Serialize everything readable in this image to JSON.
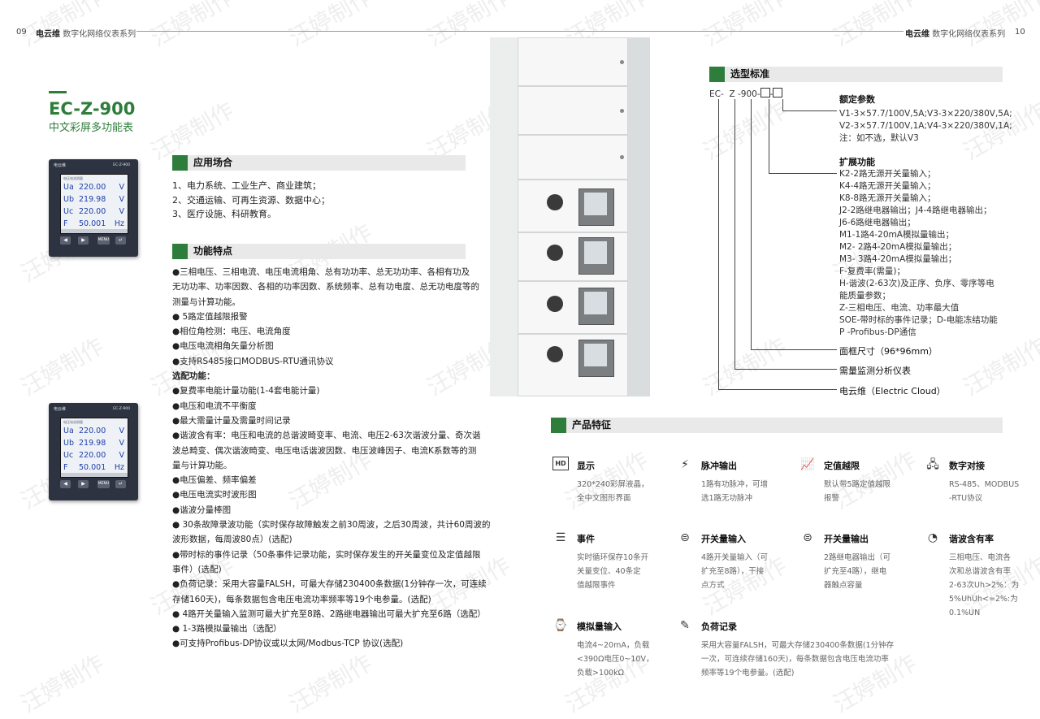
{
  "header": {
    "left_page": "09",
    "right_page": "10",
    "brand": "电云维",
    "series": "数字化网络仪表系列"
  },
  "product": {
    "model": "EC-Z-900",
    "subtitle": "中文彩屏多功能表",
    "meter": {
      "logo": "电云维",
      "model_label": "EC-Z-900",
      "screen_head": "电压电流测量",
      "rows": [
        {
          "k": "Ua",
          "v": "220.00",
          "u": "V"
        },
        {
          "k": "Ub",
          "v": "219.98",
          "u": "V"
        },
        {
          "k": "Uc",
          "v": "220.00",
          "u": "V"
        },
        {
          "k": "F",
          "v": "50.001",
          "u": "Hz"
        }
      ],
      "buttons": [
        "◀",
        "▶",
        "MENU",
        "↵"
      ]
    }
  },
  "applications": {
    "title": "应用场合",
    "items": [
      "1、电力系统、工业生产、商业建筑；",
      "2、交通运输、可再生资源、数据中心；",
      "3、医疗设施、科研教育。"
    ]
  },
  "features": {
    "title": "功能特点",
    "lines": [
      {
        "t": "●三相电压、三相电流、电压电流相角、总有功功率、总无功功率、各相有功及",
        "b": false
      },
      {
        "t": "无功功率、功率因数、各相的功率因数、系统频率、总有功电度、总无功电度等的",
        "b": false
      },
      {
        "t": "测量与计算功能。",
        "b": false
      },
      {
        "t": "● 5路定值越限报警",
        "b": false
      },
      {
        "t": "●相位角检测：电压、电流角度",
        "b": false
      },
      {
        "t": "●电压电流相角矢量分析图",
        "b": false
      },
      {
        "t": "●支持RS485接口MODBUS-RTU通讯协议",
        "b": false
      },
      {
        "t": "选配功能：",
        "b": true
      },
      {
        "t": "●复费率电能计量功能(1-4套电能计量)",
        "b": false
      },
      {
        "t": "●电压和电流不平衡度",
        "b": false
      },
      {
        "t": "●最大需量计量及需量时间记录",
        "b": false
      },
      {
        "t": "●谐波含有率：电压和电流的总谐波畸变率、电流、电压2-63次谐波分量、奇次谐",
        "b": false
      },
      {
        "t": "波总畸变、偶次谐波畸变、电压电话谐波因数、电压波峰因子、电流K系数等的测",
        "b": false
      },
      {
        "t": "量与计算功能。",
        "b": false
      },
      {
        "t": "●电压偏差、频率偏差",
        "b": false
      },
      {
        "t": "●电压电流实时波形图",
        "b": false
      },
      {
        "t": "●谐波分量棒图",
        "b": false
      },
      {
        "t": "● 30条故障录波功能（实时保存故障触发之前30周波，之后30周波，共计60周波的",
        "b": false
      },
      {
        "t": "波形数据，每周波80点）(选配)",
        "b": false
      },
      {
        "t": "●带时标的事件记录（50条事件记录功能，实时保存发生的开关量变位及定值越限",
        "b": false
      },
      {
        "t": "事件）(选配)",
        "b": false
      },
      {
        "t": "●负荷记录：采用大容量FALSH，可最大存储230400条数据(1分钟存一次，可连续",
        "b": false
      },
      {
        "t": "存储160天)，每条数据包含电压电流功率频率等19个电参量。(选配)",
        "b": false
      },
      {
        "t": "● 4路开关量输入监测可最大扩充至8路、2路继电器输出可最大扩充至6路（选配）",
        "b": false
      },
      {
        "t": "● 1-3路模拟量输出（选配）",
        "b": false
      },
      {
        "t": "●可支持Profibus-DP协议或以太网/Modbus-TCP 协议(选配)",
        "b": false
      }
    ]
  },
  "selection": {
    "title": "选型标准",
    "code_prefix": "EC-",
    "code_z": "Z",
    "code_900": "-900-",
    "code_dash": "-",
    "rated": {
      "title": "额定参数",
      "lines": [
        "V1-3×57.7/100V,5A;V3-3×220/380V,5A;",
        "V2-3×57.7/100V,1A;V4-3×220/380V,1A;",
        "注：如不选，默认V3"
      ]
    },
    "ext": {
      "title": "扩展功能",
      "lines": [
        "K2-2路无源开关量输入；",
        "K4-4路无源开关量输入；",
        "K8-8路无源开关量输入；",
        "J2-2路继电器输出；J4-4路继电器输出；",
        "J6-6路继电器输出；",
        "M1-1路4-20mA模拟量输出；",
        "M2- 2路4-20mA模拟量输出；",
        "M3- 3路4-20mA模拟量输出；",
        "F-复费率(需量)；",
        "H-谐波(2-63次)及正序、负序、零序等电",
        "能质量参数；",
        "Z-三相电压、电流、功率最大值",
        "SOE-带时标的事件记录；D-电能冻结功能",
        "P -Profibus-DP通信"
      ]
    },
    "panel_size": "面框尺寸（96*96mm）",
    "series_name": "需量监测分析仪表",
    "brand_full": "电云维（Electric Cloud）"
  },
  "product_features": {
    "title": "产品特征",
    "items": [
      {
        "icon": "hd-icon",
        "glyph": "HD",
        "name": "显示",
        "desc": [
          "320*240彩屏液晶，",
          "全中文图形界面"
        ]
      },
      {
        "icon": "pulse-icon",
        "glyph": "⚡",
        "name": "脉冲输出",
        "desc": [
          "1路有功脉冲，可增",
          "选1路无功脉冲"
        ]
      },
      {
        "icon": "limit-chart-icon",
        "glyph": "📈",
        "name": "定值越限",
        "desc": [
          "默认带5路定值越限",
          "报警"
        ]
      },
      {
        "icon": "network-icon",
        "glyph": "🖧",
        "name": "数字对接",
        "desc": [
          "RS-485、MODBUS",
          "-RTU协议"
        ]
      },
      {
        "icon": "event-list-icon",
        "glyph": "☰",
        "name": "事件",
        "desc": [
          "实时循环保存10条开",
          "关量变位、40条定",
          "值越限事件"
        ]
      },
      {
        "icon": "switch-in-icon",
        "glyph": "⊜",
        "name": "开关量输入",
        "desc": [
          "4路开关量输入（可",
          "扩充至8路），干接",
          "点方式"
        ]
      },
      {
        "icon": "switch-out-icon",
        "glyph": "⊜",
        "name": "开关量输出",
        "desc": [
          "2路继电器输出（可",
          "扩充至4路），继电",
          "器触点容量"
        ]
      },
      {
        "icon": "harmonic-pie-icon",
        "glyph": "◔",
        "name": "谐波含有率",
        "desc": [
          "三相电压、电流各",
          "次和总谐波含有率",
          "2-63次Uh>2%：为",
          "5%UhUh<=2%:为",
          "0.1%UN"
        ]
      },
      {
        "icon": "analog-gauge-icon",
        "glyph": "⌚",
        "name": "模拟量输入",
        "desc": [
          "电流4~20mA，负载",
          "<390Ω电压0~10V，",
          "负载>100kΩ"
        ]
      },
      {
        "icon": "load-record-icon",
        "glyph": "✎",
        "name": "负荷记录",
        "desc": [
          "采用大容量FALSH，可最大存储230400条数据(1分钟存",
          "一次，可连续存储160天)，每条数据包含电压电流功率",
          "频率等19个电参量。(选配)"
        ]
      }
    ]
  },
  "watermark": "汪婷制作"
}
